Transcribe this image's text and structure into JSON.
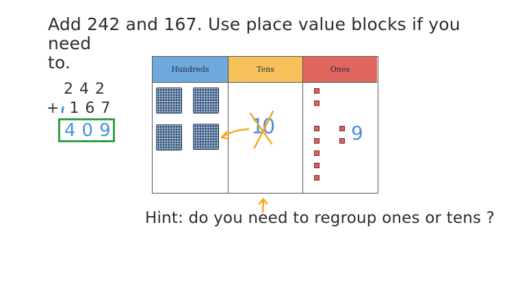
{
  "question": {
    "line1": "Add 242 and 167. Use place value blocks if you need",
    "line2": "to."
  },
  "addition": {
    "addend1": "242",
    "operator": "+",
    "addend2": "167",
    "carry_mark": ",",
    "answer": "409",
    "answer_box_color": "#2ea043",
    "answer_color": "#4a90d9"
  },
  "place_value_table": {
    "headers": [
      {
        "label": "Hundreds",
        "color": "#6fa8dc"
      },
      {
        "label": "Tens",
        "color": "#f6c15a"
      },
      {
        "label": "Ones",
        "color": "#e06660"
      }
    ],
    "hundreds_blocks": 4,
    "tens_annotation": "10",
    "tens_crossed_out": true,
    "ones_blocks": 9,
    "ones_annotation": "9"
  },
  "hint": "Hint: do you need to regroup ones or tens ?",
  "colors": {
    "annotation_arrow": "#f5a623",
    "annotation_text": "#4a90d9"
  }
}
